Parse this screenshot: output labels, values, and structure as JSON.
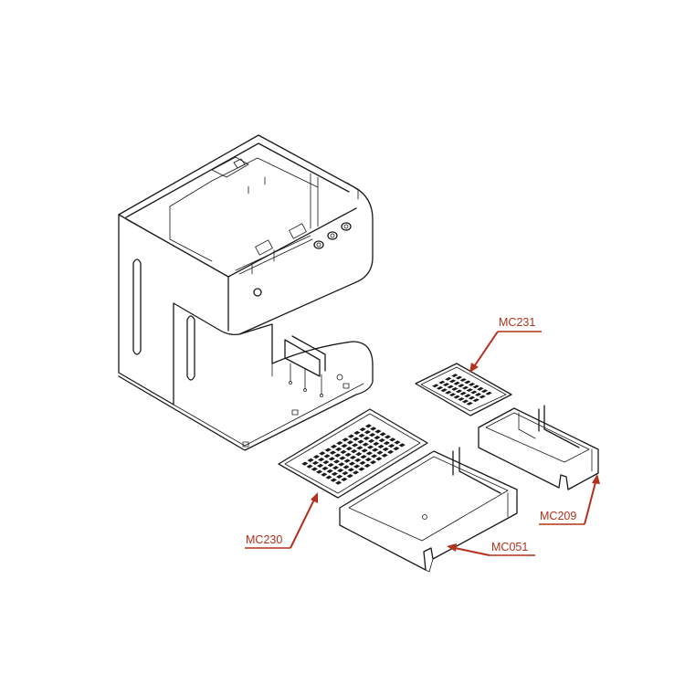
{
  "diagram": {
    "callouts": [
      {
        "id": "mc231",
        "label": "MC231"
      },
      {
        "id": "mc209",
        "label": "MC209"
      },
      {
        "id": "mc230",
        "label": "MC230"
      },
      {
        "id": "mc051",
        "label": "MC051"
      }
    ],
    "colors": {
      "line_art": "#1a1a1a",
      "callout": "#b3321c",
      "background": "#ffffff"
    }
  }
}
